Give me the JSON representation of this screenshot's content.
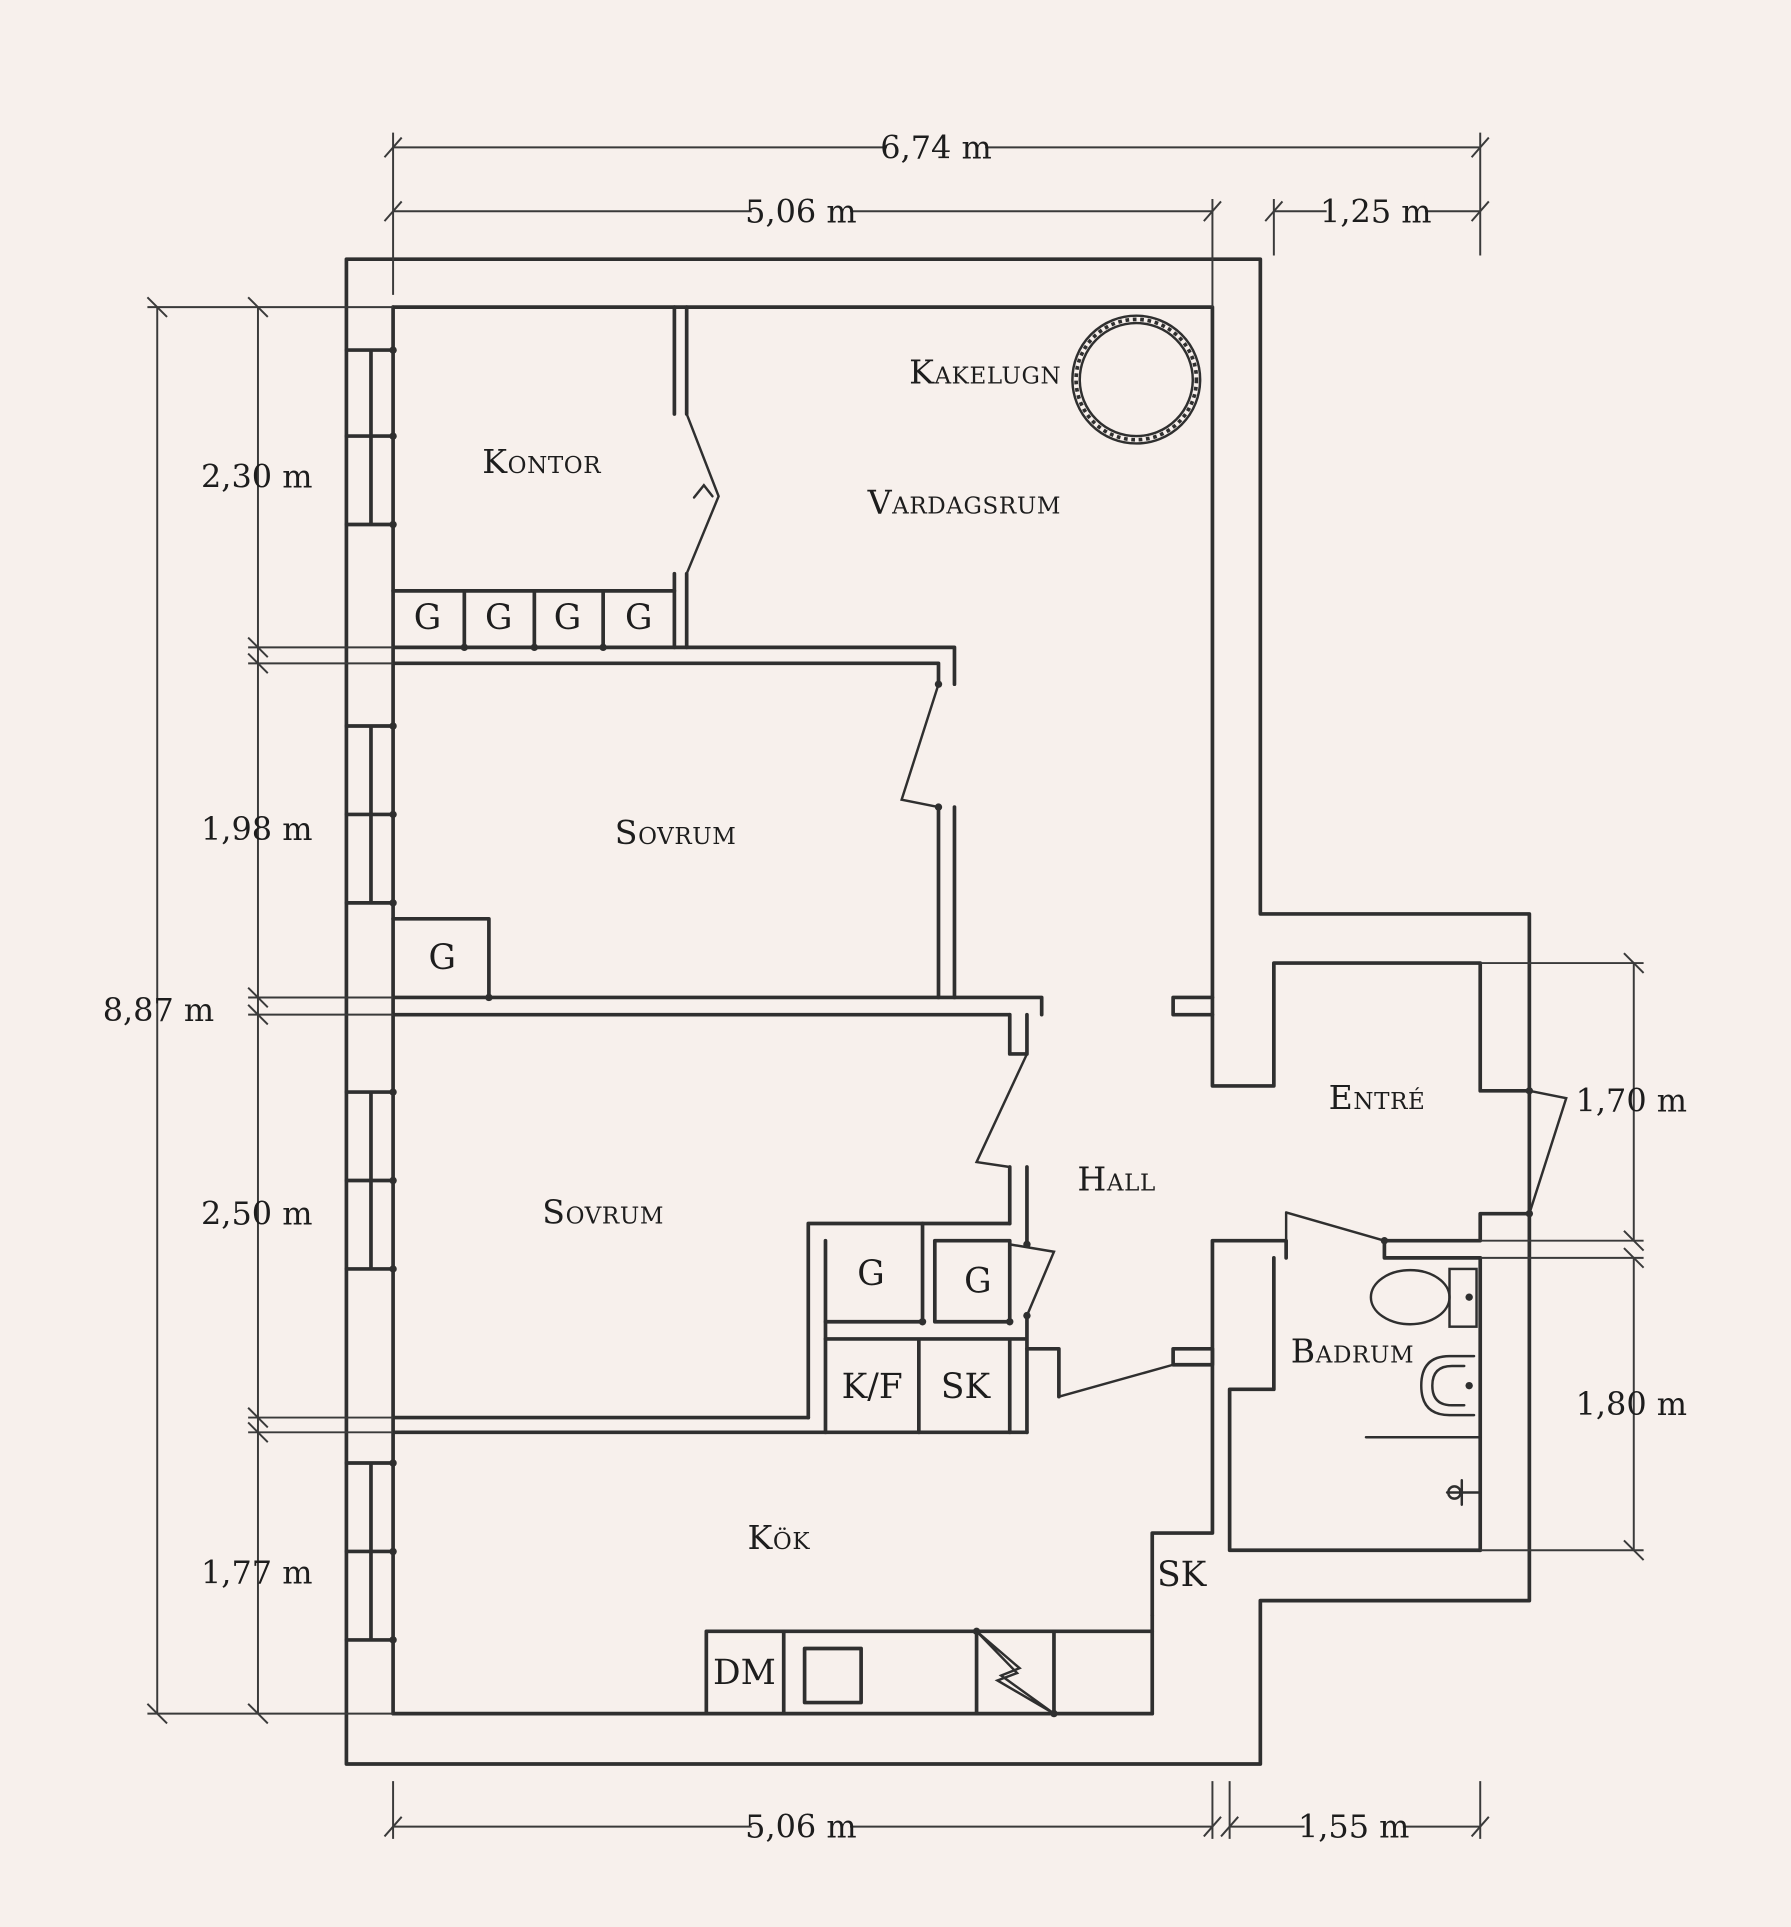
{
  "rooms": {
    "kontor": "Kontor",
    "vardagsrum": "Vardagsrum",
    "kakelugn": "Kakelugn",
    "sovrum_1": "Sovrum",
    "sovrum_2": "Sovrum",
    "hall": "Hall",
    "entre": "Entré",
    "badrum": "Badrum",
    "kok": "Kök"
  },
  "fixtures": {
    "wardrobe": "G",
    "kf": "K/F",
    "sk": "SK",
    "dm": "DM"
  },
  "dimensions": {
    "top_total": "6,74 m",
    "top_main": "5,06 m",
    "top_right": "1,25 m",
    "left_total": "8,87 m",
    "left_1": "2,30 m",
    "left_2": "1,98 m",
    "left_3": "2,50 m",
    "left_4": "1,77 m",
    "right_entre": "1,70 m",
    "right_badrum": "1,80 m",
    "bottom_main": "5,06 m",
    "bottom_right": "1,55 m"
  }
}
